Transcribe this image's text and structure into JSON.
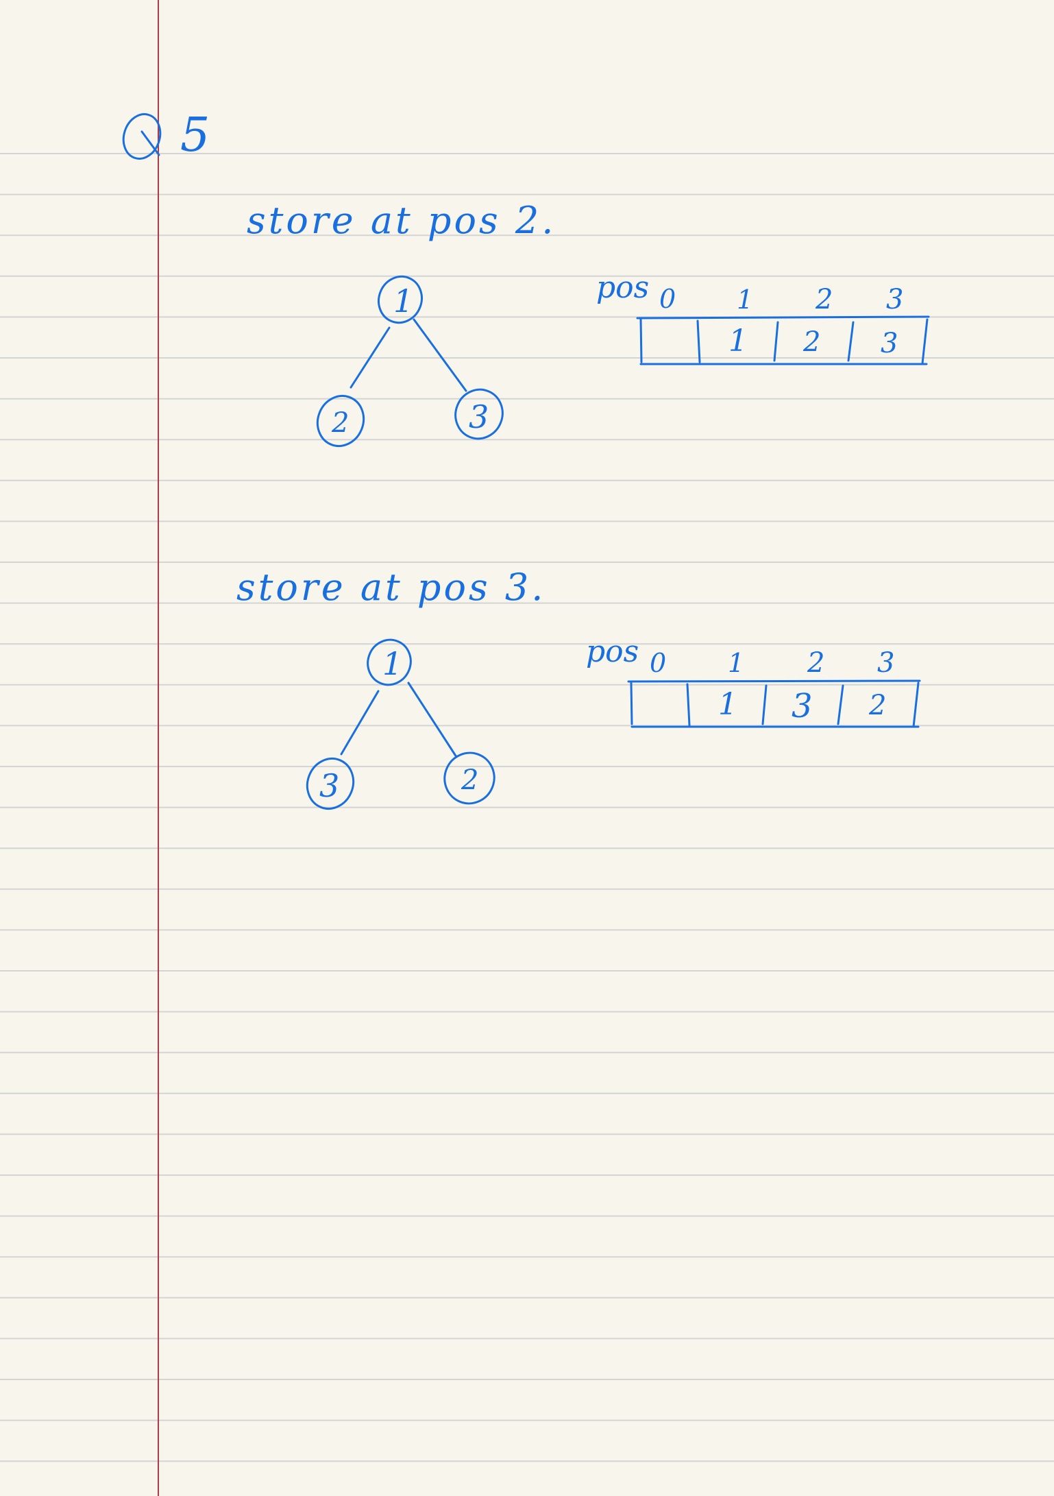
{
  "question": {
    "label": "Q",
    "number": "5"
  },
  "sections": [
    {
      "heading": "store at pos 2.",
      "tree": {
        "root": "1",
        "left": "2",
        "right": "3"
      },
      "array": {
        "index_label": "pos",
        "indices": [
          "0",
          "1",
          "2",
          "3"
        ],
        "cells": [
          "",
          "1",
          "2",
          "3"
        ]
      }
    },
    {
      "heading": "store at pos 3.",
      "tree": {
        "root": "1",
        "left": "3",
        "right": "2"
      },
      "array": {
        "index_label": "pos",
        "indices": [
          "0",
          "1",
          "2",
          "3"
        ],
        "cells": [
          "",
          "1",
          "3",
          "2"
        ]
      }
    }
  ],
  "colors": {
    "paper": "#f8f6ec",
    "rule": "#d4d4d4",
    "margin": "#b03a48",
    "ink": "#1a6fe0"
  }
}
